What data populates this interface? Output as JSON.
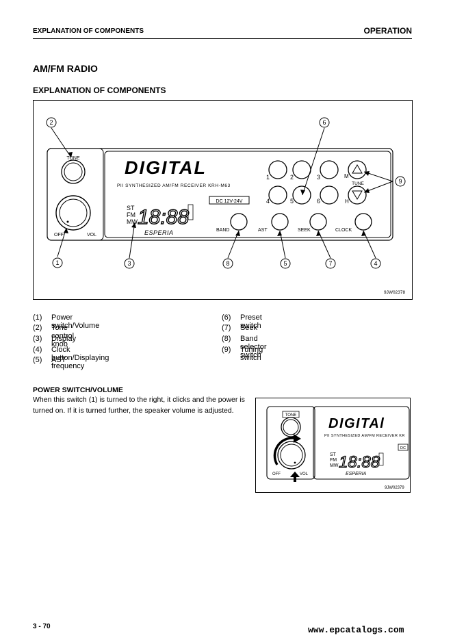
{
  "header": {
    "section": "EXPLANATION OF COMPONENTS",
    "chapter": "OPERATION"
  },
  "titles": {
    "main": "AM/FM RADIO",
    "sub": "EXPLANATION OF COMPONENTS"
  },
  "figure1": {
    "brand": "DIGITAL",
    "model_text": "PII SYNTHESIZED AM/FM RECEIVER KRH-M63",
    "voltage": "DC 12V-24V",
    "band_labels": [
      "ST",
      "FM",
      "MW"
    ],
    "digits": "18:88",
    "esperia": "ESPERIA",
    "tone_label": "TONE",
    "off_label": "OFF",
    "vol_label": "VOL",
    "preset_numbers": [
      "1",
      "2",
      "3",
      "4",
      "5",
      "6"
    ],
    "tune_labels": {
      "m": "M",
      "tune": "TUNE",
      "h": "H"
    },
    "button_labels": {
      "band": "BAND",
      "ast": "AST",
      "seek": "SEEK",
      "clock": "CLOCK"
    },
    "callouts": [
      "1",
      "2",
      "3",
      "4",
      "5",
      "6",
      "7",
      "8",
      "9"
    ],
    "code": "9JW02378"
  },
  "legend": [
    {
      "num": "(1)",
      "text": "Power switch/Volume"
    },
    {
      "num": "(2)",
      "text": "Tone control knob"
    },
    {
      "num": "(3)",
      "text": "Display"
    },
    {
      "num": "(4)",
      "text": "Clock button/Displaying frequency"
    },
    {
      "num": "(5)",
      "text": "AST"
    },
    {
      "num": "(6)",
      "text": "Preset switch"
    },
    {
      "num": "(7)",
      "text": "Seek"
    },
    {
      "num": "(8)",
      "text": "Band selector switch"
    },
    {
      "num": "(9)",
      "text": "Tuning switch"
    }
  ],
  "power_section": {
    "title": "POWER SWITCH/VOLUME",
    "body": "When this switch (1) is turned to the right, it clicks and the power is turned on.  If it is turned further, the speaker volume is adjusted."
  },
  "figure2": {
    "brand": "DIGITAl",
    "model_text": "PII SYNTHESIZED AM/FM RECEIVER KR",
    "tone_label": "TONE",
    "band_labels": [
      "ST",
      "FM",
      "MW"
    ],
    "digits": "18:88",
    "dc": "DC",
    "esperia": "ESPERIA",
    "off_label": "OFF",
    "vol_label": "VOL",
    "code": "9JW02379"
  },
  "footer": {
    "page": "3 - 70",
    "watermark": "www.epcatalogs.com"
  }
}
